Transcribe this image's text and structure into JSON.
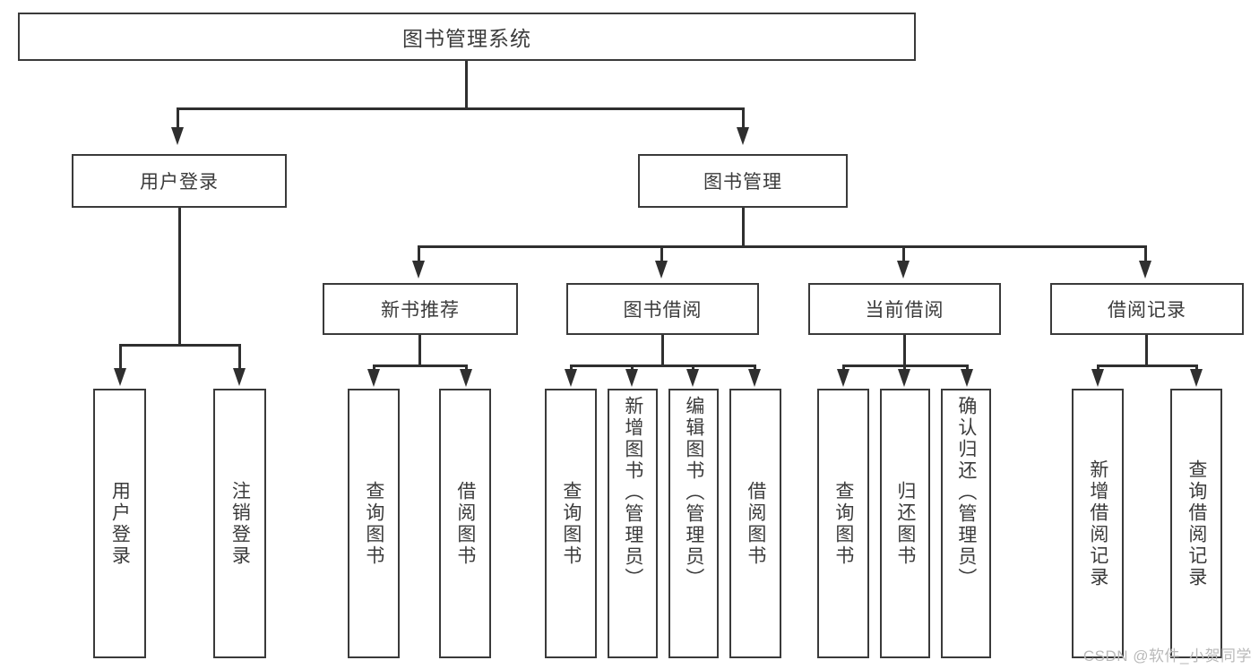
{
  "diagram": {
    "title_node": {
      "label": "图书管理系统"
    },
    "level2": [
      {
        "id": "user-login",
        "label": "用户登录"
      },
      {
        "id": "book-manage",
        "label": "图书管理"
      }
    ],
    "level3": [
      {
        "id": "new-book-recommend",
        "label": "新书推荐"
      },
      {
        "id": "book-borrow",
        "label": "图书借阅"
      },
      {
        "id": "current-borrow",
        "label": "当前借阅"
      },
      {
        "id": "borrow-record",
        "label": "借阅记录"
      }
    ],
    "leaves": {
      "user_login": [
        {
          "id": "leaf-user-login",
          "label": "用户登录"
        },
        {
          "id": "leaf-logout",
          "label": "注销登录"
        }
      ],
      "new_book_recommend": [
        {
          "id": "leaf-query-book-1",
          "label": "查询图书"
        },
        {
          "id": "leaf-borrow-book-1",
          "label": "借阅图书"
        }
      ],
      "book_borrow": [
        {
          "id": "leaf-query-book-2",
          "label": "查询图书"
        },
        {
          "id": "leaf-add-book",
          "label": "新增图书（管理员）"
        },
        {
          "id": "leaf-edit-book",
          "label": "编辑图书（管理员）"
        },
        {
          "id": "leaf-borrow-book-2",
          "label": "借阅图书"
        }
      ],
      "current_borrow": [
        {
          "id": "leaf-query-book-3",
          "label": "查询图书"
        },
        {
          "id": "leaf-return-book",
          "label": "归还图书"
        },
        {
          "id": "leaf-confirm-return",
          "label": "确认归还（管理员）"
        }
      ],
      "borrow_record": [
        {
          "id": "leaf-add-record",
          "label": "新增借阅记录"
        },
        {
          "id": "leaf-query-record",
          "label": "查询借阅记录"
        }
      ]
    }
  },
  "watermark": {
    "text": "CSDN @软件_小贺同学"
  },
  "colors": {
    "border": "#3a3a3a",
    "edge": "#2f2f2f",
    "text": "#3b3b3b",
    "background": "#ffffff",
    "watermark": "#b9b9b9"
  }
}
